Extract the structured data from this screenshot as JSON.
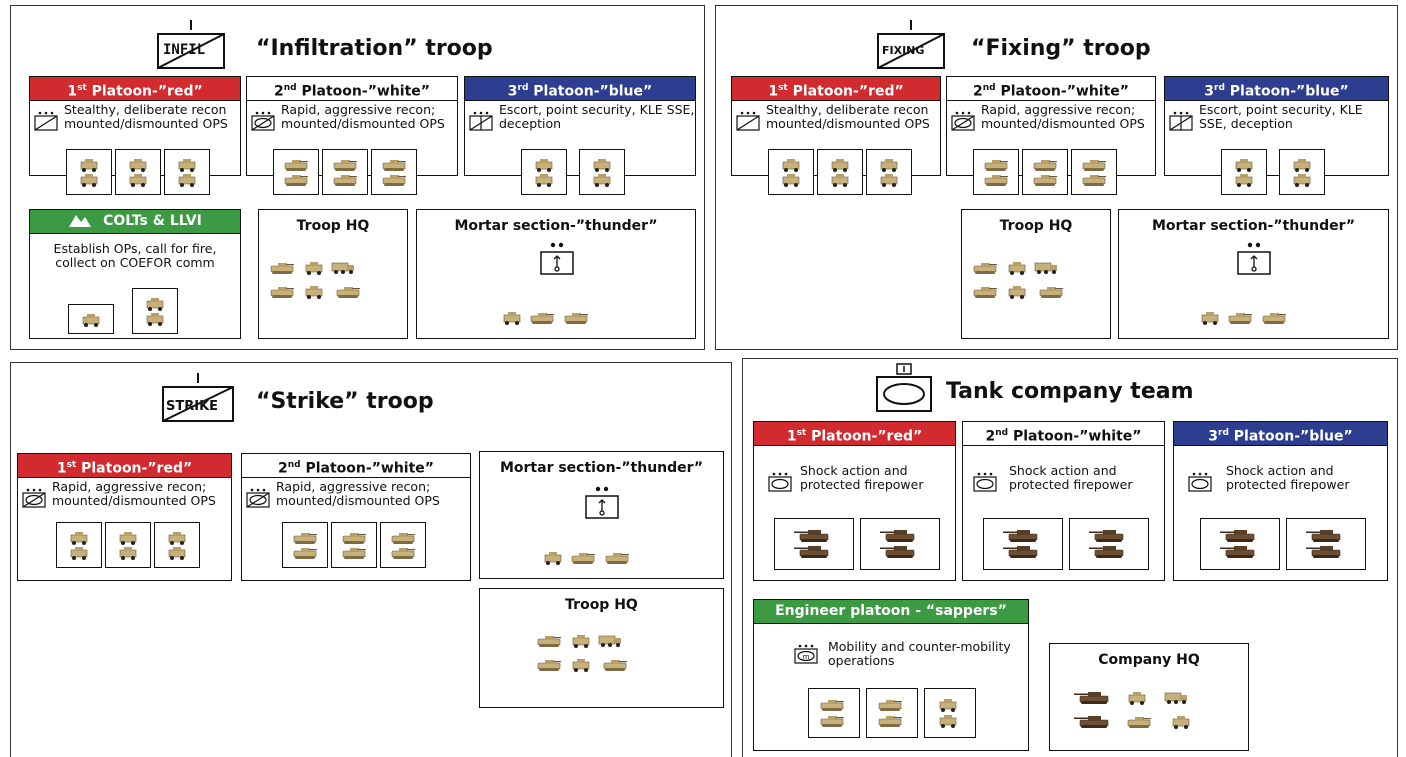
{
  "colors": {
    "red": "#d12a2f",
    "blue": "#2d3e91",
    "green": "#3c9a43",
    "vehicle": "#c8b07a",
    "tank": "#7a5a3a"
  },
  "infil": {
    "sym_label": "INFIL",
    "title": "“Infiltration” troop",
    "plt1": {
      "num": "1",
      "sup": "st",
      "name": " Platoon-”red”",
      "desc": "Stealthy, deliberate recon mounted/dismounted OPS"
    },
    "plt2": {
      "num": "2",
      "sup": "nd",
      "name": " Platoon-”white”",
      "desc": "Rapid, aggressive recon; mounted/dismounted OPS"
    },
    "plt3": {
      "num": "3",
      "sup": "rd",
      "name": " Platoon-”blue”",
      "desc": "Escort, point security, KLE SSE, deception"
    },
    "colts": {
      "name": "COLTs & LLVI",
      "desc": "Establish OPs, call for fire, collect on COEFOR comm"
    },
    "hq": "Troop HQ",
    "mortar": "Mortar section-”thunder”"
  },
  "fixing": {
    "sym_label": "FIXING",
    "title": "“Fixing” troop",
    "plt1": {
      "num": "1",
      "sup": "st",
      "name": " Platoon-”red”",
      "desc": "Stealthy, deliberate recon mounted/dismounted OPS"
    },
    "plt2": {
      "num": "2",
      "sup": "nd",
      "name": " Platoon-”white”",
      "desc": "Rapid, aggressive recon; mounted/dismounted OPS"
    },
    "plt3": {
      "num": "3",
      "sup": "rd",
      "name": " Platoon-”blue”",
      "desc": "Escort, point security, KLE SSE, deception"
    },
    "hq": "Troop HQ",
    "mortar": "Mortar section-”thunder”"
  },
  "strike": {
    "sym_label": "STRIKE",
    "title": "“Strike” troop",
    "plt1": {
      "num": "1",
      "sup": "st",
      "name": " Platoon-”red”",
      "desc": "Rapid, aggressive recon; mounted/dismounted OPS"
    },
    "plt2": {
      "num": "2",
      "sup": "nd",
      "name": " Platoon-”white”",
      "desc": "Rapid, aggressive recon; mounted/dismounted OPS"
    },
    "mortar": "Mortar section-”thunder”",
    "hq": "Troop HQ"
  },
  "tank": {
    "title": "Tank company team",
    "plt1": {
      "num": "1",
      "sup": "st",
      "name": " Platoon-”red”",
      "desc": "Shock action and protected firepower"
    },
    "plt2": {
      "num": "2",
      "sup": "nd",
      "name": " Platoon-”white”",
      "desc": "Shock action and protected firepower"
    },
    "plt3": {
      "num": "3",
      "sup": "rd",
      "name": " Platoon-”blue”",
      "desc": "Shock action and protected firepower"
    },
    "eng": {
      "name": "Engineer platoon - “sappers”",
      "desc": "Mobility and counter-mobility operations"
    },
    "hq": "Company HQ"
  }
}
